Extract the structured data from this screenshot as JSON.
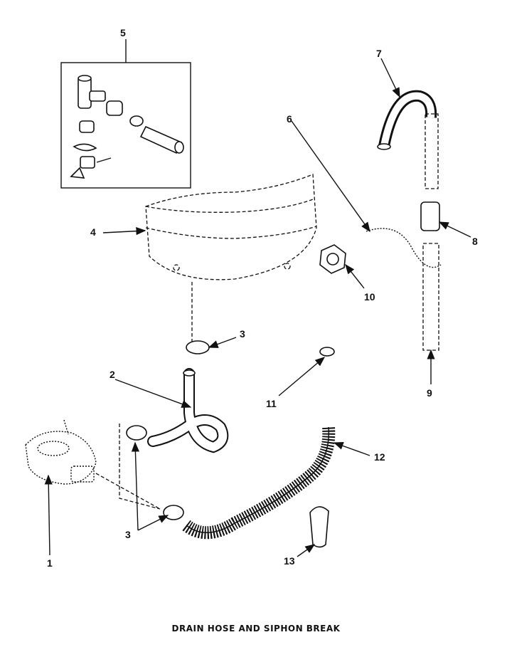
{
  "caption": "DRAIN HOSE AND SIPHON BREAK",
  "callouts": {
    "c1": "1",
    "c2": "2",
    "c3_top": "3",
    "c3_bottom": "3",
    "c4": "4",
    "c5": "5",
    "c6": "6",
    "c7": "7",
    "c8": "8",
    "c9": "9",
    "c10": "10",
    "c11": "11",
    "c12": "12",
    "c13": "13"
  }
}
